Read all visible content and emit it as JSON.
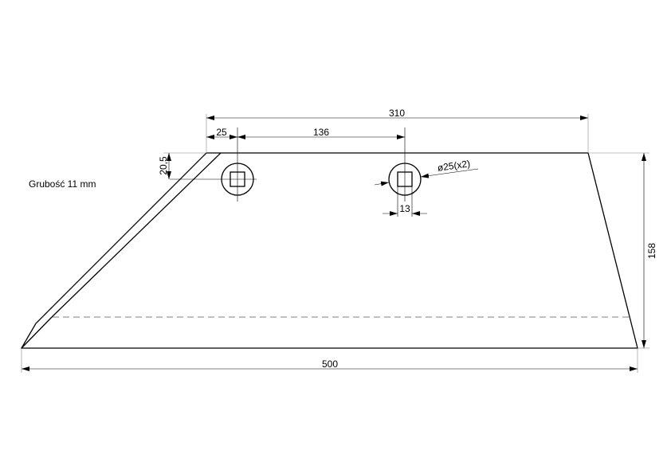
{
  "note": "Grubość 11 mm",
  "dimensions": {
    "overall_width": "500",
    "height": "158",
    "top_offset": "310",
    "hole_offset": "25",
    "hole_spacing": "136",
    "hole_depth": "20,5",
    "square_size": "13",
    "hole_diameter": "ø25(x2)"
  }
}
